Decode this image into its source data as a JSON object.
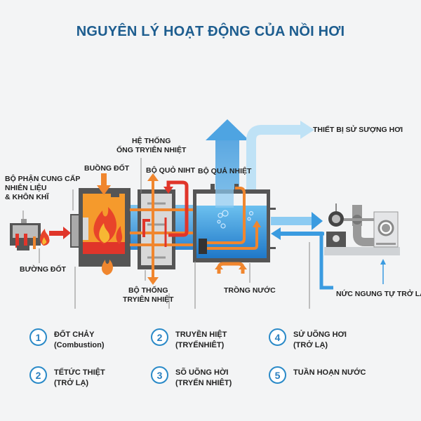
{
  "title": "NGUYÊN LÝ HOẠT ĐỘNG CỦA NỒI HƠI",
  "labels": {
    "fuel_supply": [
      "BỘ PHẬN CUNG CẤP",
      "NHIÊN LIỆU",
      "& KHÔN KHĨ"
    ],
    "burner": "BƯỜNG ĐỐT",
    "combustion_chamber": "BUỒNG ĐỐT",
    "tube_system": [
      "HỆ THỐNG",
      "ỐNG TRYIÊN NHIỆT"
    ],
    "economizer": "BỘ QUỎ NIHT",
    "superheater": "BỘ QUẢ NHIỆT",
    "heat_transfer_system": [
      "BỘ THỐNG",
      "TRYIÊN NHIỆT"
    ],
    "drum": "TRỒNG NƯỚC",
    "steam_equipment": "THIẾT BỊ SỬ SƯỢNG HƠI",
    "condensate_return": "NỨC NGUNG TỰ TRỞ LẠI"
  },
  "legend": [
    {
      "num": "1",
      "line1": "ĐỐT CHẢY",
      "line2": "(Combustion)"
    },
    {
      "num": "2",
      "line1": "TRUYỀN HIỆT",
      "line2": "(TRYẾNHIÊT)"
    },
    {
      "num": "4",
      "line1": "SỬ UÕNG HƠI",
      "line2": "(TRỞ LẠ)"
    },
    {
      "num": "2",
      "line1": "TẾTỨC THIỆT",
      "line2": "(TRỞ LẠ)"
    },
    {
      "num": "3",
      "line1": "SÕ UÕNG HỜI",
      "line2": "(TRYẾN NHIÊT)"
    },
    {
      "num": "5",
      "line1": "TUẦN HOẠN NƯỚC",
      "line2": ""
    }
  ],
  "colors": {
    "title": "#1d5d8f",
    "accent_blue": "#2a8ac8",
    "fire": "#e8442a",
    "heat": "#f0862e",
    "water": "#3a9be0"
  }
}
